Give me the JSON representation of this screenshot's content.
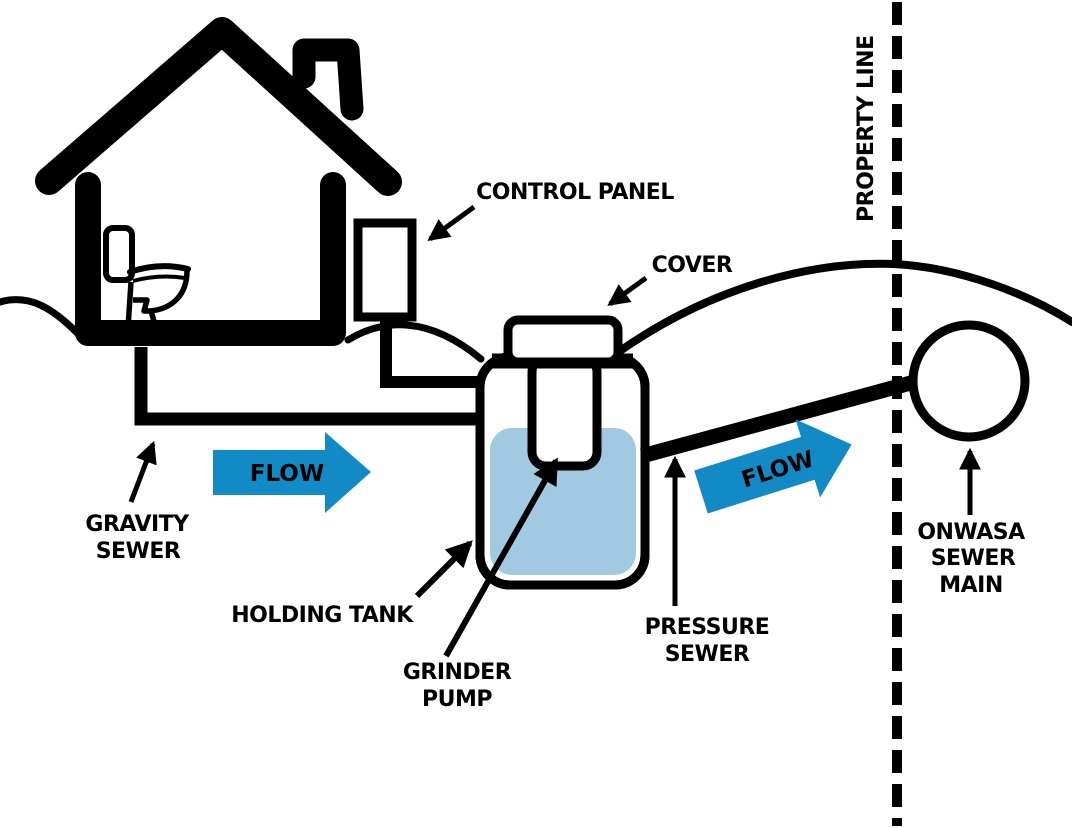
{
  "diagram": "Residential grinder pump / pressure sewer system schematic",
  "colors": {
    "ink": "#000000",
    "flow_blue": "#118ac5",
    "water_blue": "#a2c9e2",
    "background": "#ffffff"
  },
  "labels": {
    "control_panel": "CONTROL PANEL",
    "cover": "COVER",
    "property_line": "PROPERTY LINE",
    "gravity_sewer": [
      "GRAVITY",
      "SEWER"
    ],
    "holding_tank": "HOLDING TANK",
    "grinder_pump": [
      "GRINDER",
      "PUMP"
    ],
    "pressure_sewer": [
      "PRESSURE",
      "SEWER"
    ],
    "onwasa_sewer_main": [
      "ONWASA",
      "SEWER",
      "MAIN"
    ],
    "flow": "FLOW"
  }
}
